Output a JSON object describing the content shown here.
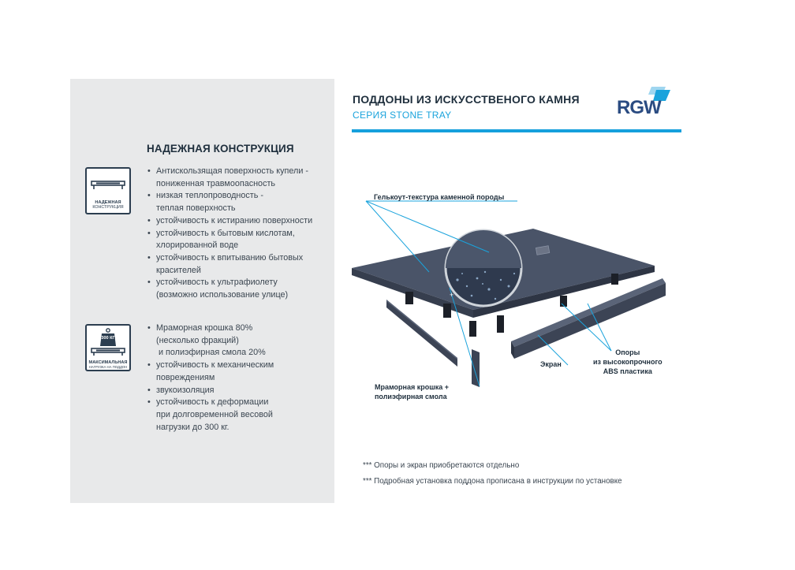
{
  "header": {
    "title": "ПОДДОНЫ ИЗ ИСКУССТВЕНОГО КАМНЯ",
    "subtitle": "СЕРИЯ STONE TRAY",
    "logo_text": "RGW"
  },
  "colors": {
    "accent": "#16a0dc",
    "brand": "#2b4c82",
    "panel": "#e8e9ea",
    "text": "#1f2f3d"
  },
  "left": {
    "section_title": "НАДЕЖНАЯ КОНСТРУКЦИЯ",
    "icon1": {
      "name": "tray-icon",
      "caption_line1": "НАДЕЖНАЯ",
      "caption_line2": "КОНСТРУКЦИЯ"
    },
    "icon2": {
      "name": "weight-icon",
      "weight_label": "300 КГ",
      "caption_line1": "МАКСИМАЛЬНАЯ",
      "caption_line2": "НАГРУЗКА НА ПОДДОН"
    },
    "list1": [
      "Антискользящая поверхность купели -",
      "пониженная травмоопасность",
      "низкая теплопроводность -",
      "теплая поверхность",
      "устойчивость к истиранию поверхности",
      "устойчивость к бытовым кислотам,",
      "хлорированной воде",
      "устойчивость к впитыванию бытовых",
      "красителей",
      "устойчивость к ультрафиолету",
      "(возможно использование улице)"
    ],
    "list1_bullets": [
      true,
      false,
      true,
      false,
      true,
      true,
      false,
      true,
      false,
      true,
      false
    ],
    "list2": [
      "Мраморная крошка 80%",
      "(несколько фракций)",
      "и полиэфирная смола 20%",
      "устойчивость к механическим",
      "повреждениям",
      "звукоизоляция",
      "устойчивость к деформации",
      "при долговременной весовой",
      "нагрузки до 300 кг."
    ],
    "list2_bullets": [
      true,
      false,
      false,
      true,
      false,
      true,
      true,
      false,
      false
    ]
  },
  "callouts": {
    "gelcoat": "Гелькоут-текстура каменной породы",
    "marble_line1": "Мраморная крошка +",
    "marble_line2": "полиэфирная смола",
    "screen": "Экран",
    "supports_line1": "Опоры",
    "supports_line2": "из высокопрочного",
    "supports_line3": "ABS пластика"
  },
  "notes": {
    "note1": "*** Опоры и экран приобретаются отдельно",
    "note2": "*** Подробная установка поддона прописана в инструкции по установке"
  }
}
